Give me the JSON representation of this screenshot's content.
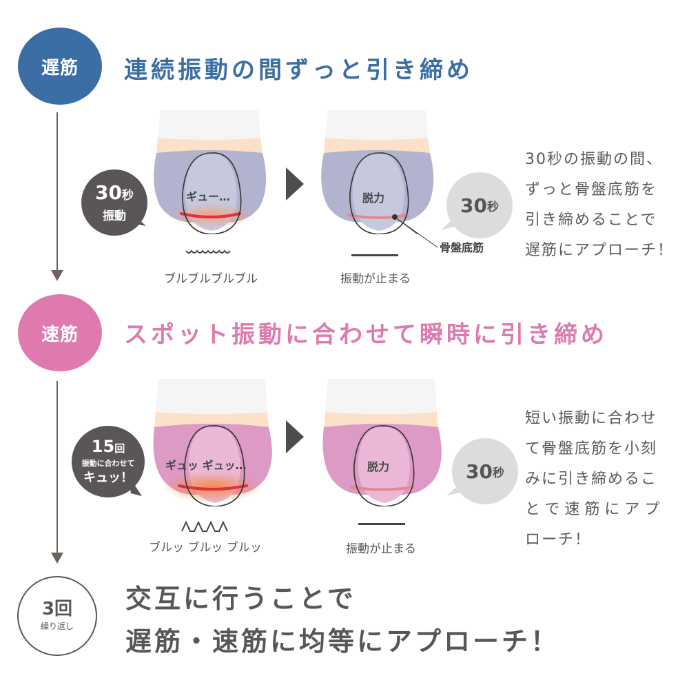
{
  "colors": {
    "slow_blue": "#3a6ea5",
    "fast_pink": "#de7aad",
    "arrow": "#6e625c",
    "dark_bubble": "#5a5657",
    "gray_bubble": "#dcdcdc",
    "shorts_lavender": "#b1b3cf",
    "shorts_pink": "#dc9ac4",
    "muscle_red": "#e0303f"
  },
  "slow": {
    "badge": "遅筋",
    "title": "連続振動の間ずっと引き締め",
    "left_bubble": {
      "big": "30",
      "unit": "秒",
      "sub": "振動"
    },
    "left_figure_text": "ギュー…",
    "left_caption": "ブルブルブルブル",
    "right_figure_text": "脱力",
    "right_bubble": {
      "big": "30",
      "unit": "秒"
    },
    "muscle_label": "骨盤底筋",
    "right_caption": "振動が止まる",
    "description": [
      "30秒の振動の間、",
      "ずっと骨盤底筋を",
      "引き締めることで",
      "遅筋にアプローチ！"
    ]
  },
  "fast": {
    "badge": "速筋",
    "title": "スポット振動に合わせて瞬時に引き締め",
    "left_bubble": {
      "big": "15",
      "unit": "回",
      "sub": "振動に合わせて",
      "sub2": "キュッ！"
    },
    "left_figure_text": "ギュッ ギュッ…",
    "left_caption": "ブルッ ブルッ ブルッ",
    "right_figure_text": "脱力",
    "right_bubble": {
      "big": "30",
      "unit": "秒"
    },
    "right_caption": "振動が止まる",
    "description": [
      "短い振動に合わせ",
      "て骨盤底筋を小刻",
      "みに引き締めるこ",
      "とで速筋にアプ",
      "ローチ！"
    ]
  },
  "repeat": {
    "badge_big": "3回",
    "badge_sub": "繰り返し",
    "text_line1": "交互に行うことで",
    "text_line2": "遅筋・速筋に均等にアプローチ！"
  }
}
